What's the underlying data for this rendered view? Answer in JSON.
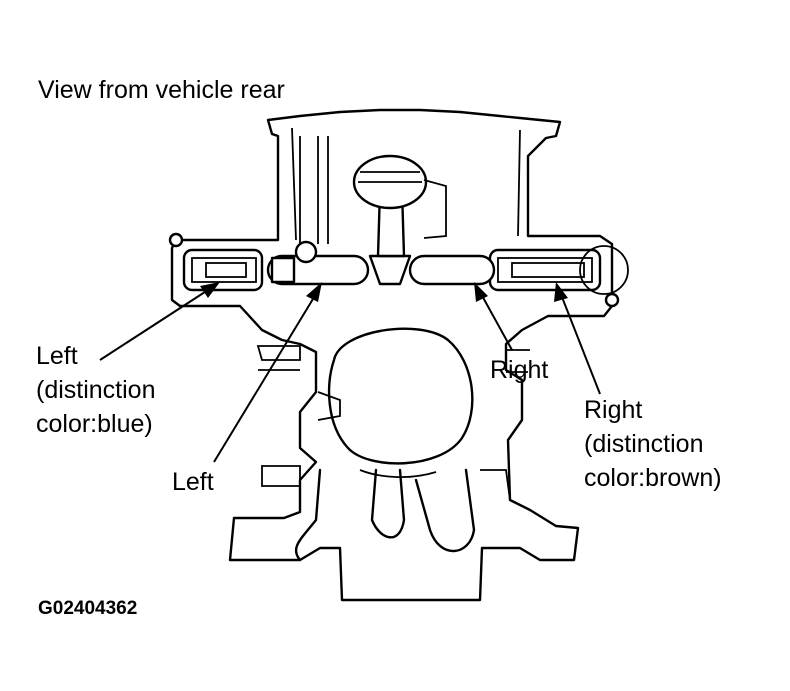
{
  "title": "View from vehicle rear",
  "labels": {
    "left_blue_line1": "Left",
    "left_blue_line2": "(distinction",
    "left_blue_line3": "color:blue)",
    "left": "Left",
    "right": "Right",
    "right_brown_line1": "Right",
    "right_brown_line2": "(distinction",
    "right_brown_line3": "color:brown)"
  },
  "figure_code": "G02404362"
}
